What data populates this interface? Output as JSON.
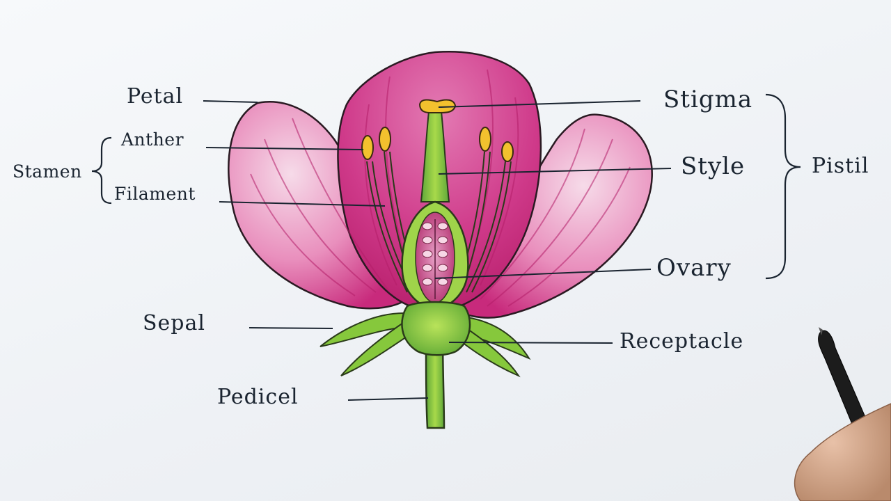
{
  "labels": {
    "petal": "Petal",
    "anther": "Anther",
    "stamen": "Stamen",
    "filament": "Filament",
    "sepal": "Sepal",
    "pedicel": "Pedicel",
    "stigma": "Stigma",
    "style": "Style",
    "pistil": "Pistil",
    "ovary": "Ovary",
    "receptacle": "Receptacle"
  },
  "colors": {
    "petal": "#c8287a",
    "petal_light": "#f3b9d6",
    "green": "#8cc63f",
    "dark_green": "#3f8f2a",
    "anther": "#f2c12e",
    "ink": "#1a2430"
  },
  "icons": {
    "pen": "pen-icon",
    "hand": "hand"
  }
}
